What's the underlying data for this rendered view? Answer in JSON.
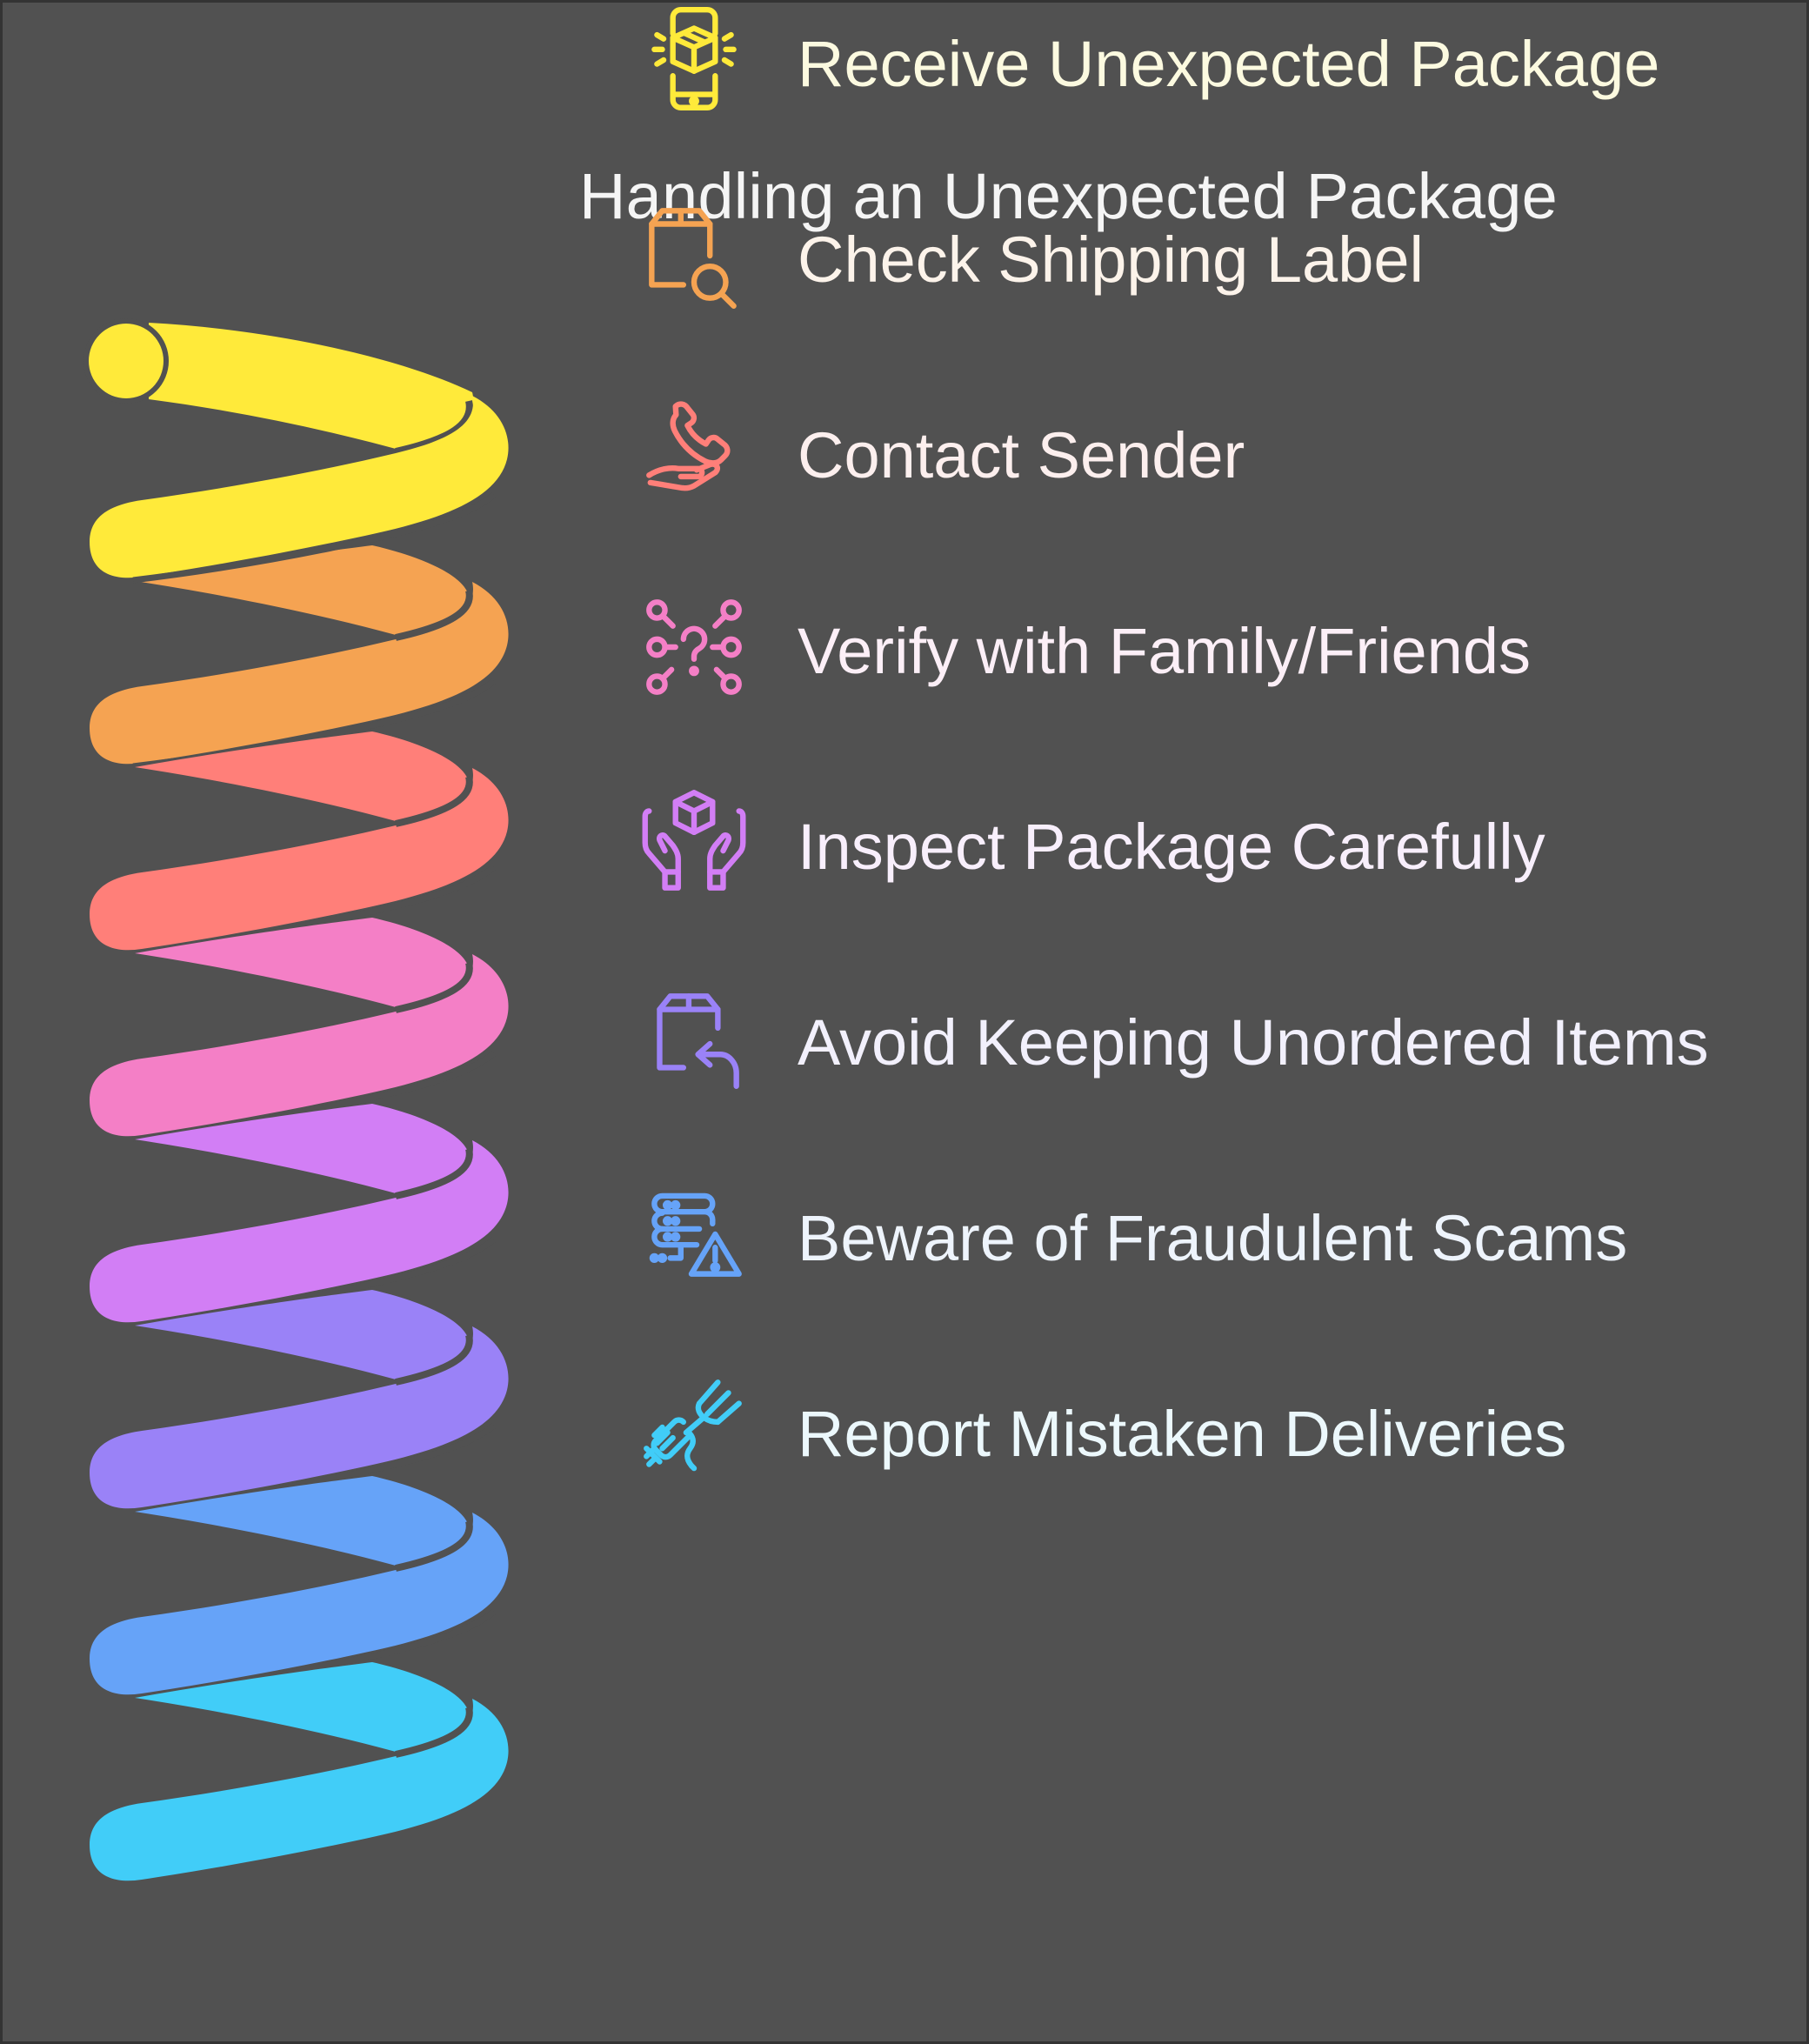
{
  "title": "Handling an Unexpected Package",
  "background": "#515151",
  "steps": [
    {
      "label": "Receive Unexpected Package",
      "icon": "phone-package-icon",
      "color": "#FFEA3A",
      "text_color": "#FCFAE0"
    },
    {
      "label": "Check Shipping Label",
      "icon": "package-search-icon",
      "color": "#F5A352",
      "text_color": "#FCF3EA"
    },
    {
      "label": "Contact Sender",
      "icon": "hand-phone-icon",
      "color": "#FF7F79",
      "text_color": "#FCEFEE"
    },
    {
      "label": "Verify with Family/Friends",
      "icon": "network-question-icon",
      "color": "#F47FC6",
      "text_color": "#FCEFF7"
    },
    {
      "label": "Inspect Package Carefully",
      "icon": "hands-package-icon",
      "color": "#D27EF5",
      "text_color": "#F8EFFC"
    },
    {
      "label": "Avoid Keeping Unordered Items",
      "icon": "package-return-icon",
      "color": "#9A82F7",
      "text_color": "#F2F0FC"
    },
    {
      "label": "Beware of Fraudulent Scams",
      "icon": "server-warning-icon",
      "color": "#66A3F8",
      "text_color": "#EEF4FC"
    },
    {
      "label": "Report Mistaken Deliveries",
      "icon": "hand-fork-icon",
      "color": "#41CDF8",
      "text_color": "#ECF8FC"
    }
  ]
}
